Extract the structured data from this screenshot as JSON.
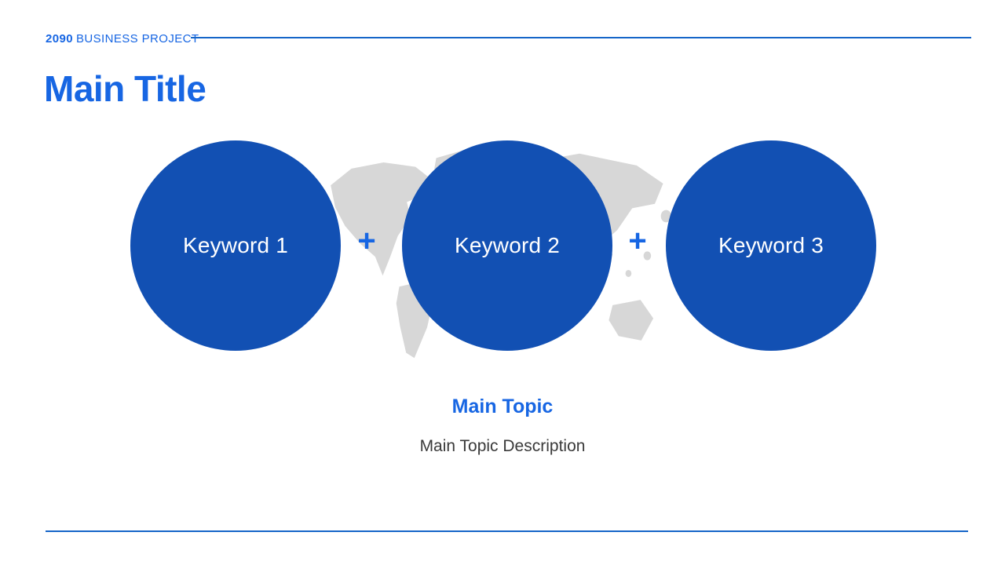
{
  "slide": {
    "brand": {
      "year": "2090",
      "name": "BUSINESS PROJECT"
    },
    "title": "Main Title",
    "diagram": {
      "circles": [
        {
          "label": "Keyword 1"
        },
        {
          "label": "Keyword 2"
        },
        {
          "label": "Keyword 3"
        }
      ],
      "plus_sign": "+"
    },
    "topic": {
      "heading": "Main Topic",
      "description": "Main Topic Description"
    },
    "colors": {
      "accent": "#1766E3",
      "circle_fill": "#1250B3",
      "circle_text": "#FFFFFF",
      "rule": "#1565C8",
      "map": "#D7D7D7",
      "description_text": "#3A3A3A"
    }
  }
}
